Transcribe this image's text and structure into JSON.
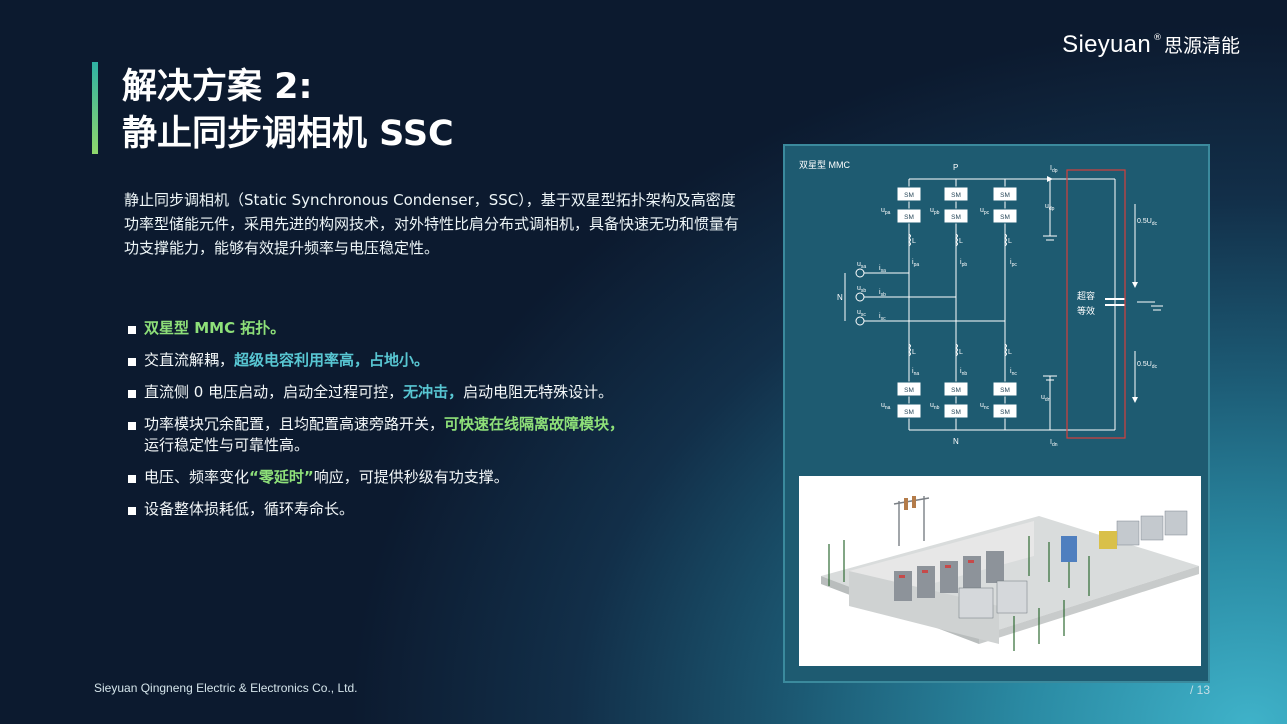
{
  "brand": {
    "latin": "Sieyuan",
    "reg": "®",
    "cn": "思源清能"
  },
  "title": {
    "line1": "解决方案 2:",
    "line2": "静止同步调相机 SSC"
  },
  "intro": "静止同步调相机（Static Synchronous Condenser，SSC），基于双星型拓扑架构及高密度功率型储能元件，采用先进的构网技术，对外特性比肩分布式调相机，具备快速无功和惯量有功支撑能力，能够有效提升频率与电压稳定性。",
  "bullets": [
    {
      "highlight": "双星型 MMC 拓扑。",
      "hl_class": "hl-green"
    },
    {
      "pre": "交直流解耦，",
      "highlight": "超级电容利用率高，占地小。",
      "hl_class": "hl-teal"
    },
    {
      "pre": "直流侧 0 电压启动，启动全过程可控，",
      "highlight": "无冲击，",
      "hl_class": "hl-teal",
      "post": "启动电阻无特殊设计。"
    },
    {
      "pre": "功率模块冗余配置，且均配置高速旁路开关，",
      "highlight": "可快速在线隔离故障模块，",
      "hl_class": "hl-green",
      "post2": "运行稳定性与可靠性高。"
    },
    {
      "pre": "电压、频率变化",
      "highlight": "“零延时”",
      "hl_class": "hl-green",
      "post": "响应，可提供秒级有功支撑。"
    },
    {
      "pre": "设备整体损耗低，循环寿命长。"
    }
  ],
  "diagram": {
    "title": "双星型 MMC",
    "sm": "SM",
    "p": "P",
    "n": "N",
    "n_left": "N",
    "l": "L",
    "idp": "I",
    "idp_sub": "dp",
    "idn": "I",
    "idn_sub": "dn",
    "udp": "u",
    "udp_sub": "dp",
    "udn": "u",
    "udn_sub": "dn",
    "upa": "u",
    "upa_sub": "pa",
    "upb": "u",
    "upb_sub": "pb",
    "upc": "u",
    "upc_sub": "pc",
    "una": "u",
    "una_sub": "na",
    "unb": "u",
    "unb_sub": "nb",
    "unc": "u",
    "unc_sub": "nc",
    "ipa": "i",
    "ipa_sub": "pa",
    "ipb": "i",
    "ipb_sub": "pb",
    "ipc": "i",
    "ipc_sub": "pc",
    "ina": "i",
    "ina_sub": "na",
    "inb": "i",
    "inb_sub": "nb",
    "inc": "i",
    "inc_sub": "nc",
    "usa": "u",
    "usa_sub": "sa",
    "usb": "u",
    "usb_sub": "sb",
    "usc": "u",
    "usc_sub": "sc",
    "isa": "i",
    "isa_sub": "sa",
    "isb": "i",
    "isb_sub": "sb",
    "isc": "i",
    "isc_sub": "sc",
    "half_top": "0.5U",
    "half_top_sub": "dc",
    "half_bot": "0.5U",
    "half_bot_sub": "dc",
    "cap_1": "超容",
    "cap_2": "等效"
  },
  "footer": "Sieyuan Qingneng Electric & Electronics Co., Ltd.",
  "page": "/  13",
  "colors": {
    "green": "#8ee079",
    "teal": "#58c6d2",
    "red_box": "#d4403c"
  }
}
